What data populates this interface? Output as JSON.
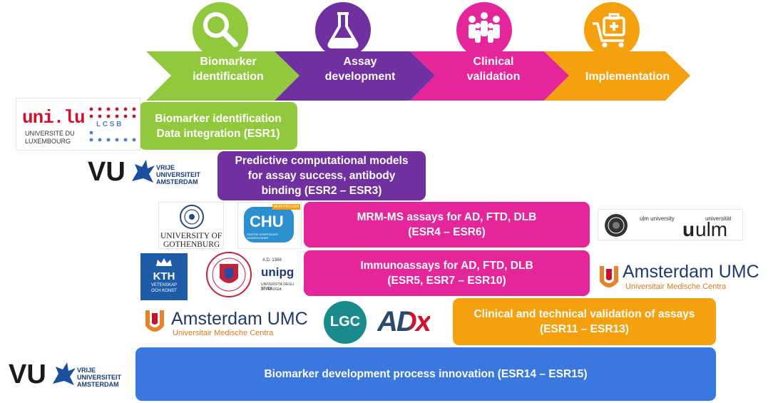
{
  "pipeline": {
    "stages": [
      {
        "label": "Biomarker\nidentification",
        "icon": "magnifier-icon",
        "color": "#92c83e"
      },
      {
        "label": "Assay\ndevelopment",
        "icon": "flask-icon",
        "color": "#7030a0"
      },
      {
        "label": "Clinical\nvalidation",
        "icon": "people-icon",
        "color": "#e5259a"
      },
      {
        "label": "Implementation",
        "icon": "shopping-cart-icon",
        "color": "#f5a10f"
      }
    ]
  },
  "boxes": [
    {
      "text": "Biomarker identification\nData integration (ESR1)",
      "color": "#92c83e"
    },
    {
      "text": "Predictive computational models\nfor assay success, antibody\nbinding (ESR2 – ESR3)",
      "color": "#7030a0"
    },
    {
      "text": "MRM-MS assays for AD, FTD, DLB\n(ESR4 – ESR6)",
      "color": "#e5259a"
    },
    {
      "text": "Immunoassays for AD, FTD, DLB\n(ESR5, ESR7 – ESR10)",
      "color": "#e5259a"
    },
    {
      "text": "Clinical and technical validation of assays\n(ESR11 – ESR13)",
      "color": "#f5a10f"
    },
    {
      "text": "Biomarker development process innovation (ESR14 – ESR15)",
      "color": "#3a78e0"
    }
  ],
  "logos": {
    "unilu": {
      "word": "uni.lu",
      "line1": "UNIVERSITÉ DU",
      "line2": "LUXEMBOURG",
      "lcsb": "L C S B"
    },
    "vu1": {
      "big": "VU",
      "l1": "VRIJE",
      "l2": "UNIVERSITEIT",
      "l3": "AMSTERDAM"
    },
    "gothenburg": {
      "l1": "UNIVERSITY OF",
      "l2": "GOTHENBURG"
    },
    "chu": {
      "word": "CHU",
      "tag": "MONTPELLIER",
      "sub": "CENTRE HOSPITALIER UNIVERSITAIRE"
    },
    "ulm": {
      "small": "ulm university",
      "small2": "universität",
      "big_u": "u",
      "big": "ulm"
    },
    "kth": {
      "word": "KTH",
      "l1": "VETENSKAP",
      "l2": "OCH KONST"
    },
    "unipg": {
      "year": "A.D. 1308",
      "word": "unipg",
      "l1": "UNIVERSITÀ DEGLI STUDI",
      "l2": "DI PERUGIA"
    },
    "amc_right": {
      "word": "Amsterdam UMC",
      "sub": "Universitair Medische Centra"
    },
    "amc_left": {
      "word": "Amsterdam UMC",
      "sub": "Universitair Medische Centra"
    },
    "lgc": {
      "word": "LGC"
    },
    "adx": {
      "word": "ADx"
    },
    "vu2": {
      "big": "VU",
      "l1": "VRIJE",
      "l2": "UNIVERSITEIT",
      "l3": "AMSTERDAM"
    }
  }
}
